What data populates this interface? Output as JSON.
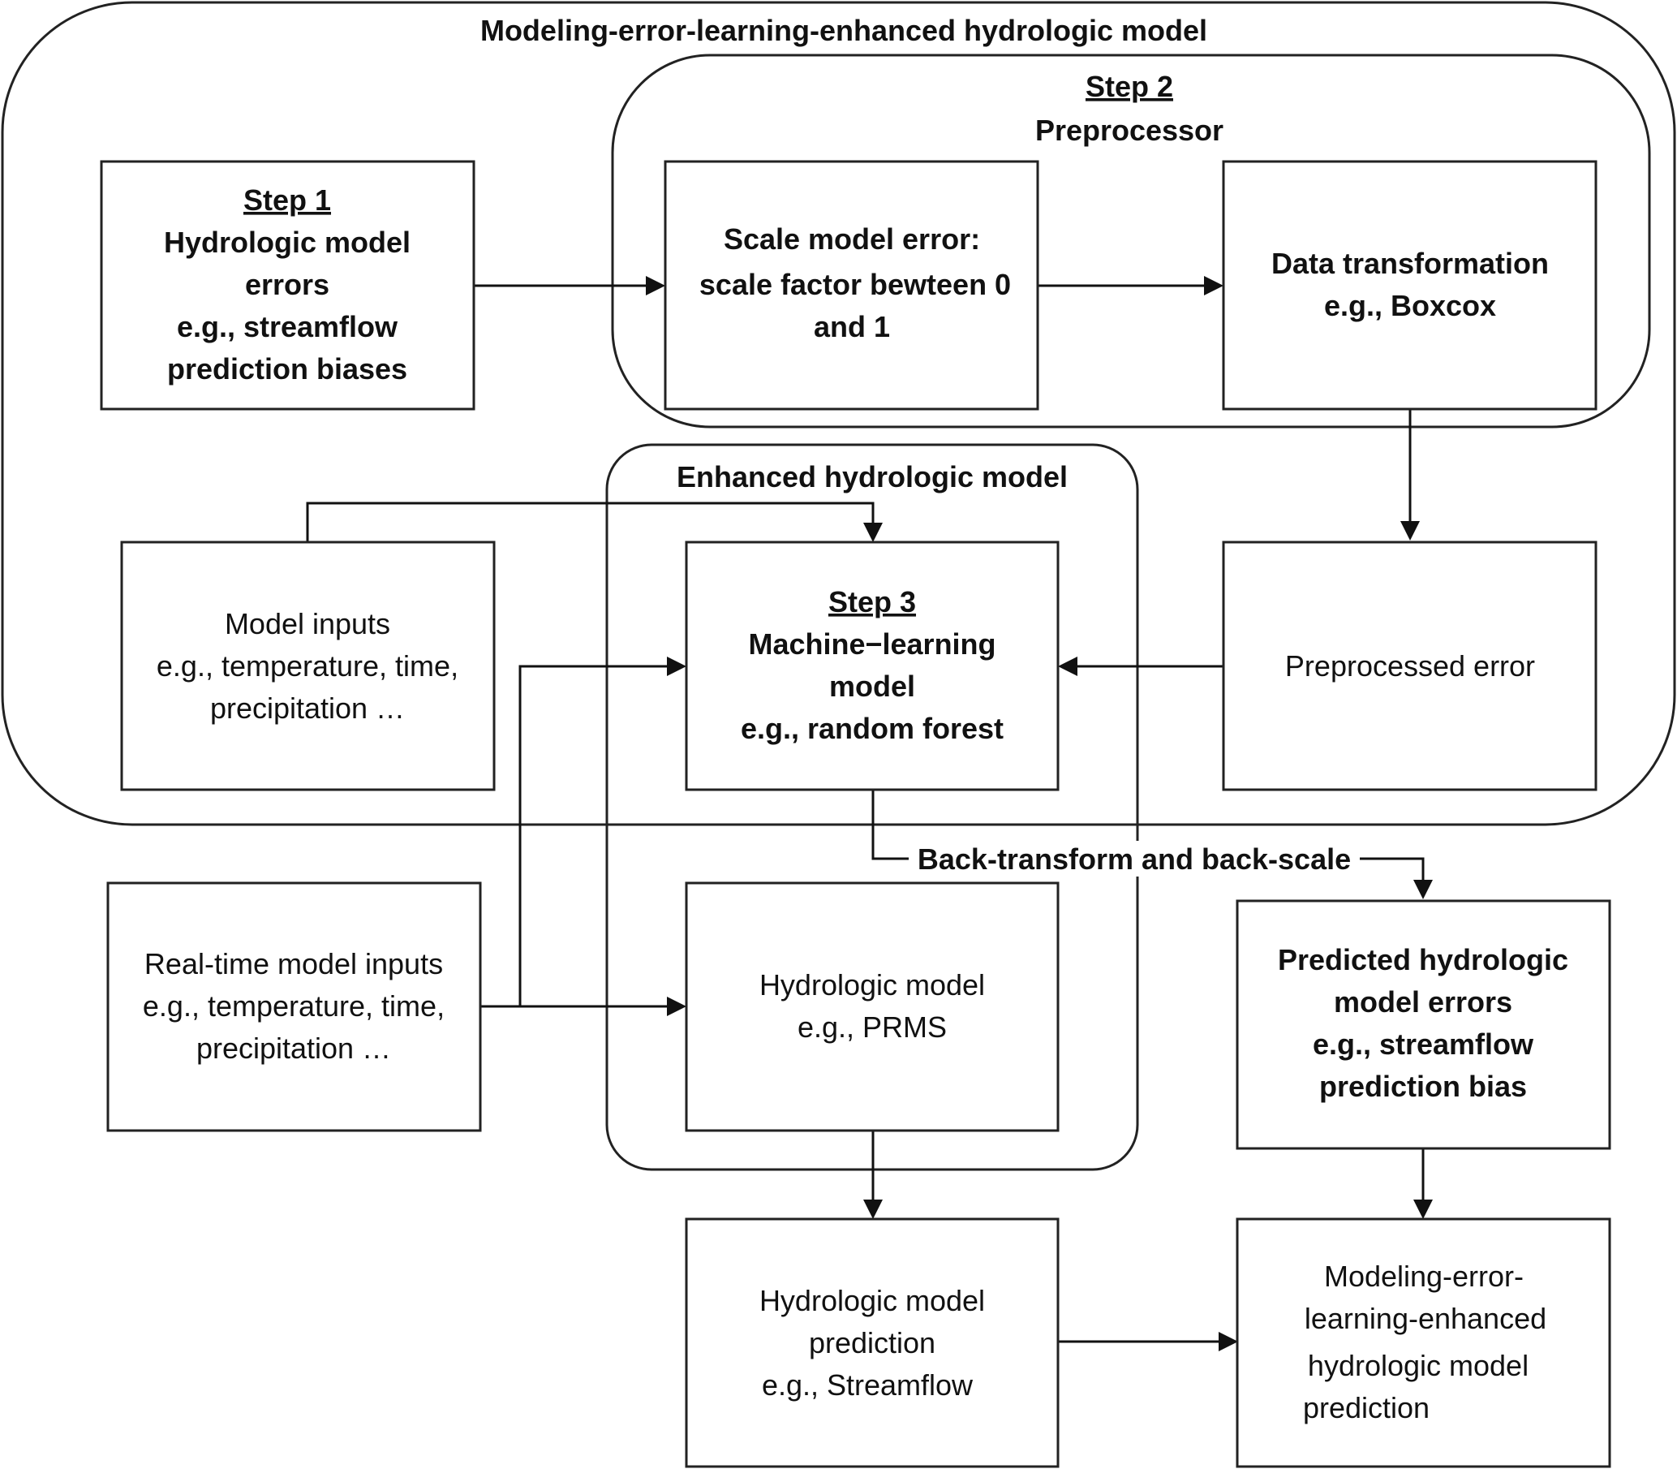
{
  "groups": {
    "outer_title": "Modeling-error-learning-enhanced hydrologic model",
    "step2_title": "Step 2",
    "step2_subtitle": "Preprocessor",
    "enhanced_title": "Enhanced hydrologic model"
  },
  "boxes": {
    "step1": {
      "heading": "Step 1",
      "line1": "Hydrologic model",
      "line2": "errors",
      "line3": "e.g., streamflow",
      "line4": "prediction biases"
    },
    "scale": {
      "line1": "Scale model error:",
      "line2": "scale factor bewteen 0",
      "line3": "and 1"
    },
    "transform": {
      "line1": "Data transformation",
      "line2": "e.g., Boxcox"
    },
    "model_inputs": {
      "line1": "Model inputs",
      "line2": "e.g., temperature, time,",
      "line3": "precipitation …"
    },
    "ml_model": {
      "heading": "Step 3",
      "line1": "Machine−learning",
      "line2": "model",
      "line3": "e.g., random forest"
    },
    "preprocessed": {
      "line1": "Preprocessed error"
    },
    "realtime_inputs": {
      "line1": "Real-time model inputs",
      "line2": "e.g., temperature, time,",
      "line3": "precipitation …"
    },
    "hydro_model": {
      "line1": "Hydrologic model",
      "line2": "e.g., PRMS"
    },
    "predicted_errors": {
      "line1": "Predicted hydrologic",
      "line2": "model errors",
      "line3": "e.g., streamflow",
      "line4": "prediction bias"
    },
    "hydro_prediction": {
      "line1": "Hydrologic model",
      "line2": "prediction",
      "line3": "e.g., Streamflow"
    },
    "final_prediction": {
      "line1": "Modeling-error-",
      "line2": "learning-enhanced",
      "line3": "hydrologic model",
      "line4": "prediction"
    }
  },
  "edges": {
    "back_transform_label": "Back-transform and back-scale"
  }
}
